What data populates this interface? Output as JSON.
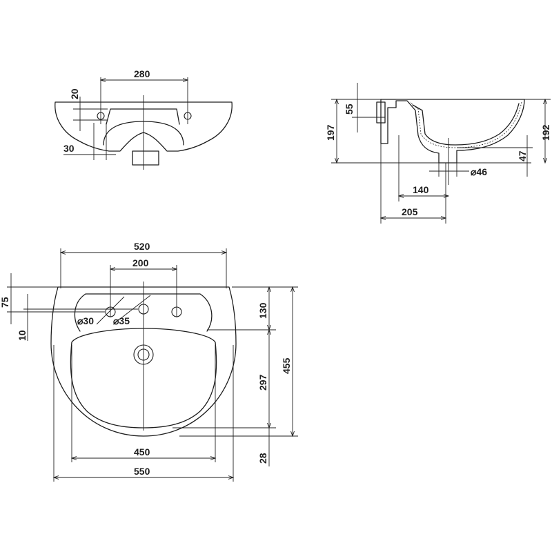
{
  "top_view": {
    "width_between_holes": "280",
    "hole_offset_small": "20",
    "side_offset": "30"
  },
  "side_view": {
    "mount_height": "55",
    "total_height": "197",
    "rim_height": "192",
    "waste_height": "47",
    "waste_diameter": "⌀46",
    "waste_offset": "140",
    "depth": "205"
  },
  "plan_view": {
    "top_width": "520",
    "hole_spacing": "200",
    "rim_offset": "75",
    "hole_offset": "10",
    "hole_diameter_left": "⌀30",
    "hole_diameter_center": "⌀35",
    "tap_deck": "130",
    "bowl_depth": "297",
    "total_depth": "455",
    "inner_width": "450",
    "outer_width": "550",
    "back_gap": "28"
  }
}
